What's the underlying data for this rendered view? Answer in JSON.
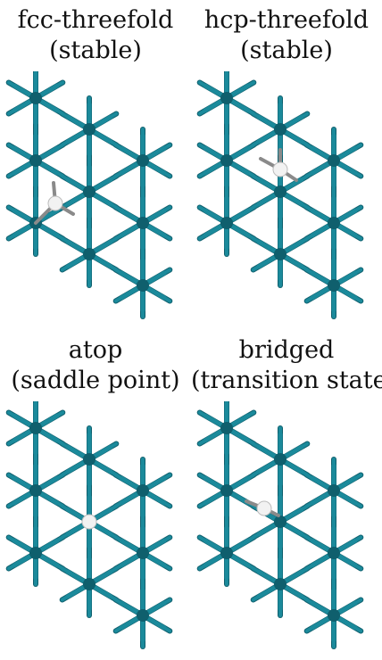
{
  "colors": {
    "rod": "#1b8a9b",
    "rod_dark": "#0f5f6d",
    "atom": "#f2f2f2",
    "bond": "#8a8a8a"
  },
  "panels": [
    {
      "id": "fcc",
      "title": "fcc-threefold",
      "subtitle": "(stable)",
      "site": "fcc-threefold"
    },
    {
      "id": "hcp",
      "title": "hcp-threefold",
      "subtitle": "(stable)",
      "site": "hcp-threefold"
    },
    {
      "id": "atop",
      "title": "atop",
      "subtitle": "(saddle point)",
      "site": "atop"
    },
    {
      "id": "bridged",
      "title": "bridged",
      "subtitle": "(transition state)",
      "site": "bridged"
    }
  ]
}
